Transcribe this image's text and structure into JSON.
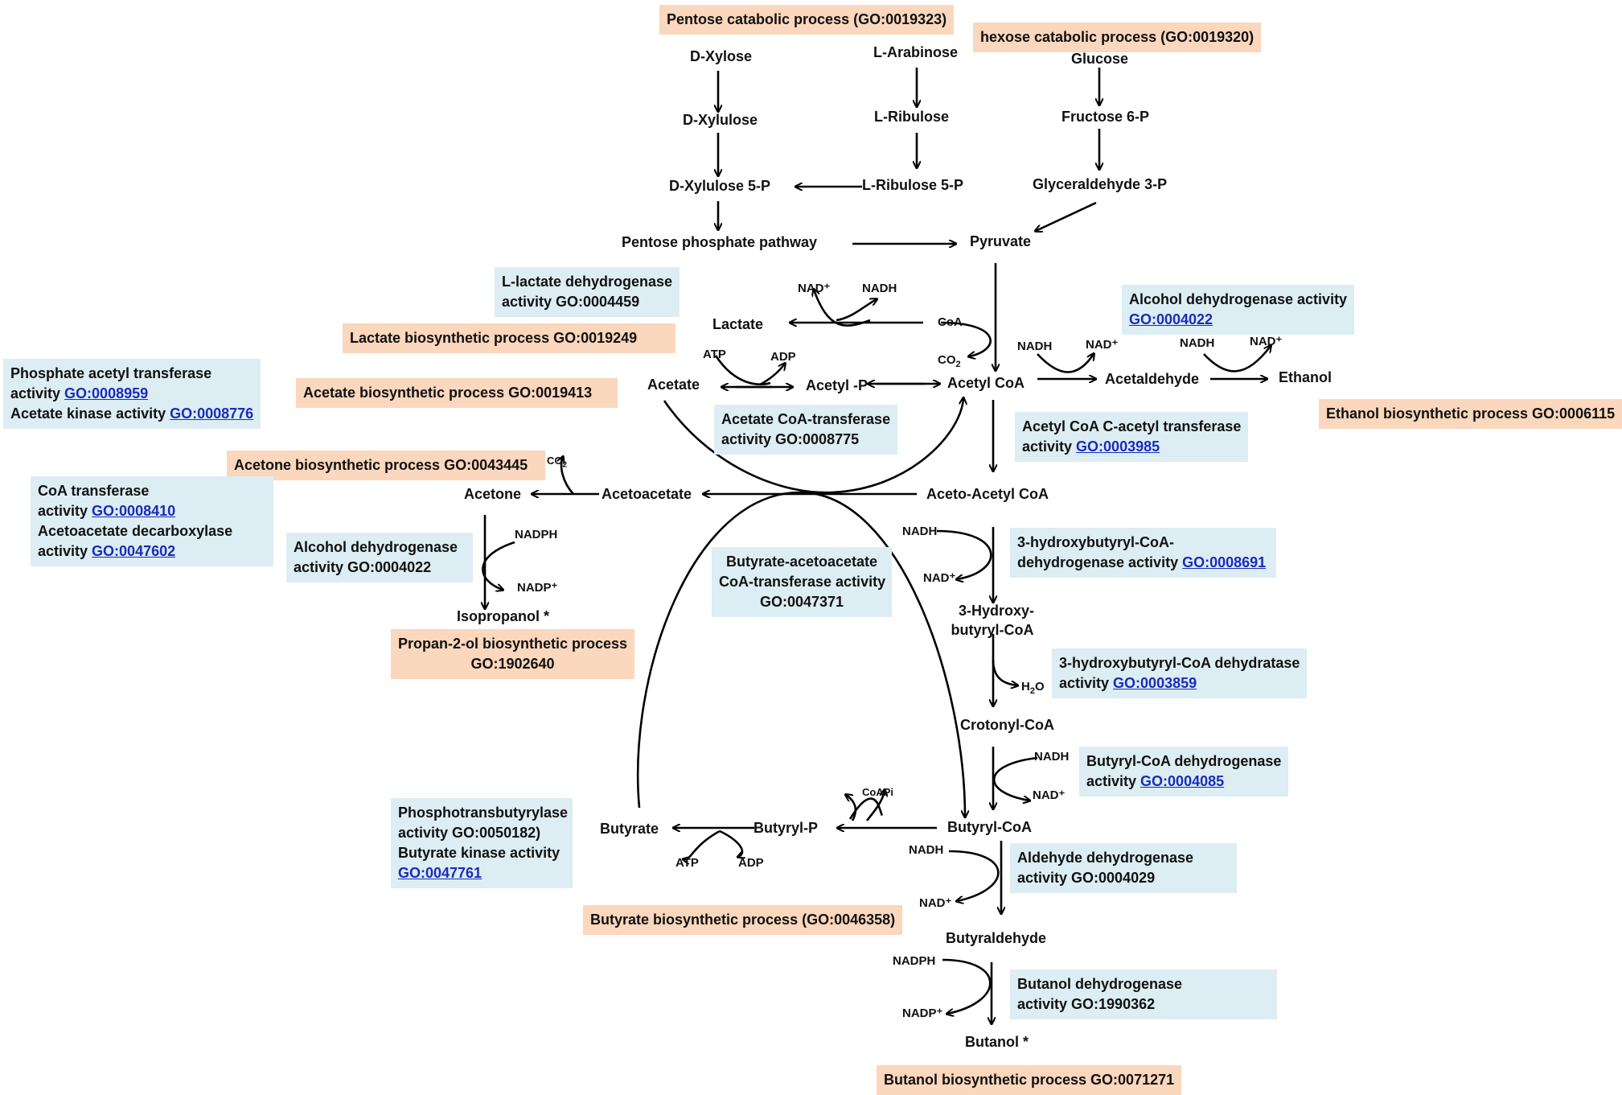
{
  "processes": {
    "pentose": "Pentose catabolic process (GO:0019323)",
    "hexose": "hexose catabolic process (GO:0019320)",
    "lactate": "Lactate biosynthetic process GO:0019249",
    "acetate": "Acetate biosynthetic process GO:0019413",
    "ethanol": "Ethanol biosynthetic process GO:0006115",
    "acetone": "Acetone biosynthetic process GO:0043445",
    "propanol_l1": "Propan-2-ol biosynthetic process",
    "propanol_l2": "GO:1902640",
    "butyrate": "Butyrate  biosynthetic process (GO:0046358)",
    "butanol": "Butanol biosynthetic process GO:0071271"
  },
  "enzymes": {
    "lldh_l1": "L-lactate dehydrogenase",
    "lldh_l2": "activity GO:0004459",
    "adh_l1": "Alcohol dehydrogenase activity",
    "adh_go": "GO:0004022",
    "pta_l1": "Phosphate acetyl transferase",
    "pta_l2": "activity ",
    "pta_go": "GO:0008959",
    "ack_l1": "Acetate kinase activity ",
    "ack_go": "GO:0008776",
    "actransf_l1": "Acetate CoA-transferase",
    "actransf_l2": "activity GO:0008775",
    "thl_l1": "Acetyl CoA C-acetyl transferase",
    "thl_l2": "activity ",
    "thl_go": "GO:0003985",
    "coat_l1": "CoA transferase",
    "coat_l2": "activity ",
    "coat_go": "GO:0008410",
    "adc_l1": "Acetoacetate decarboxylase",
    "adc_l2": "activity ",
    "adc_go": "GO:0047602",
    "adh2_l1": "Alcohol dehydrogenase",
    "adh2_l2": "activity GO:0004022",
    "hbd_l1": "3-hydroxybutyryl-CoA-",
    "hbd_l2": "dehydrogenase activity ",
    "hbd_go": "GO:0008691",
    "bact_l1": "Butyrate-acetoacetate",
    "bact_l2": "CoA-transferase activity",
    "bact_l3": "GO:0047371",
    "crt_l1": "3-hydroxybutyryl-CoA dehydratase",
    "crt_l2": "activity ",
    "crt_go": "GO:0003859",
    "bcd_l1": "Butyryl-CoA dehydrogenase",
    "bcd_l2": "activity  ",
    "bcd_go": "GO:0004085",
    "ptb_l1": "Phosphotransbutyrylase",
    "ptb_l2": "activity GO:0050182)",
    "buk_l1": "Butyrate kinase activity",
    "buk_go": "GO:0047761",
    "ald_l1": "Aldehyde dehydrogenase",
    "ald_l2": "activity GO:0004029",
    "bdh_l1": "Butanol dehydrogenase",
    "bdh_l2": "activity GO:1990362"
  },
  "metabolites": {
    "dxylose": "D-Xylose",
    "dxylulose": "D-Xylulose",
    "dxylulose5p": "D-Xylulose 5-P",
    "larabinose": "L-Arabinose",
    "lribulose": "L-Ribulose",
    "lribulose5p": "L-Ribulose 5-P",
    "glucose": "Glucose",
    "fructose6p": "Fructose 6-P",
    "gap": "Glyceraldehyde 3-P",
    "ppp": "Pentose phosphate pathway",
    "pyruvate": "Pyruvate",
    "lactate": "Lactate",
    "acetate": "Acetate",
    "acetylp": "Acetyl -P",
    "acetylcoa": "Acetyl CoA",
    "acetaldehyde": "Acetaldehyde",
    "ethanol": "Ethanol",
    "acetone": "Acetone",
    "acetoacetate": "Acetoacetate",
    "acetoacetylcoa": "Aceto-Acetyl CoA",
    "isopropanol": "Isopropanol *",
    "hydroxy_l1": "3-Hydroxy-",
    "hydroxy_l2": "butyryl-CoA",
    "crotonyl": "Crotonyl-CoA",
    "butyrylcoa": "Butyryl-CoA",
    "butyrylp": "Butyryl-P",
    "butyrate": "Butyrate",
    "butyraldehyde": "Butyraldehyde",
    "butanol": "Butanol *"
  },
  "cofactors": {
    "nadp_lac": "NAD⁺",
    "nadh_lac": "NADH",
    "coa": "CoA",
    "co2_main": "CO",
    "co2_main_sub": "2",
    "atp_acet": "ATP",
    "adp_acet": "ADP",
    "nadh_ald": "NADH",
    "nadp_ald": "NAD⁺",
    "nadh_eth": "NADH",
    "nadp_eth": "NAD⁺",
    "co2_acetone": "CO",
    "co2_acetone_sub": "2",
    "nadph_iso": "NADPH",
    "nadpp_iso": "NADP⁺",
    "nadh_hbd": "NADH",
    "nadp_hbd": "NAD⁺",
    "h2o": "H",
    "h2o_sub": "2",
    "h2o_o": "O",
    "nadh_bcd": "NADH",
    "nadp_bcd": "NAD⁺",
    "coapi": "CoAPi",
    "atp_but": "ATP",
    "adp_but": "ADP",
    "nadh_bald": "NADH",
    "nadp_bald": "NAD⁺",
    "nadph_bdh": "NADPH",
    "nadpp_bdh": "NADP⁺"
  },
  "colors": {
    "process_bg": "#fad7bd",
    "enzyme_bg": "#dcedf3",
    "go_link": "#1a2bbb"
  }
}
